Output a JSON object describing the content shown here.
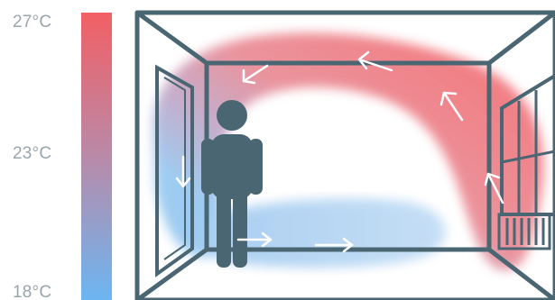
{
  "temperature_scale": {
    "high_label": "27°C",
    "mid_label": "23°C",
    "low_label": "18°C",
    "high_color": "#f25f64",
    "mid_color": "#b98aa8",
    "low_color": "#6cb6f1"
  },
  "room": {
    "stroke_color": "#4a6672",
    "figure_color": "#4a6672",
    "warm_air_color": "#ef6b72",
    "cool_air_color": "#8ec3ef",
    "arrow_color": "#ffffff",
    "airflow_direction": "counterclockwise",
    "heat_source_icon": "radiator-icon",
    "person_icon": "person-icon"
  }
}
